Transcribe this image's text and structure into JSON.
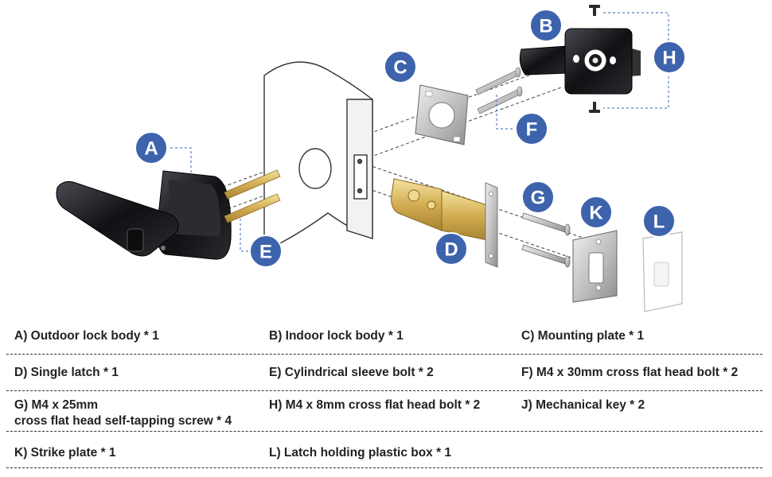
{
  "badges": {
    "A": "A",
    "B": "B",
    "C": "C",
    "D": "D",
    "E": "E",
    "F": "F",
    "G": "G",
    "H": "H",
    "K": "K",
    "L": "L"
  },
  "colors": {
    "badge_fill": "#3d63ad",
    "badge_ring": "#ffffff",
    "leader": "#5b7fc2",
    "handle_body": "#1a1a1e",
    "brass": "#d6b25a",
    "steel": "#b8b8b8"
  },
  "parts": [
    [
      "A) Outdoor lock body * 1",
      "B) Indoor lock body * 1",
      "C) Mounting plate * 1"
    ],
    [
      "D) Single latch * 1",
      "E) Cylindrical sleeve bolt * 2",
      "F) M4 x 30mm cross flat head bolt * 2"
    ],
    [
      "G) M4 x 25mm\ncross flat head self-tapping screw * 4",
      "H) M4 x 8mm cross flat head bolt * 2",
      "J) Mechanical key * 2"
    ],
    [
      "K) Strike plate * 1",
      "L) Latch holding plastic box * 1",
      ""
    ]
  ]
}
